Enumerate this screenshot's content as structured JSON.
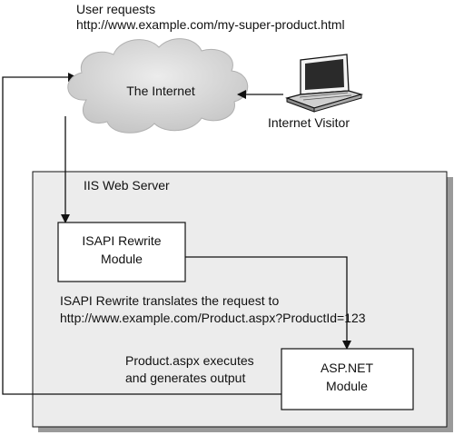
{
  "header": {
    "line1": "User requests",
    "line2": "http://www.example.com/my-super-product.html"
  },
  "cloud": {
    "label": "The Internet"
  },
  "visitor": {
    "label": "Internet Visitor"
  },
  "server": {
    "title": "IIS Web Server"
  },
  "isapi_module": {
    "line1": "ISAPI Rewrite",
    "line2": "Module"
  },
  "rewrite_note": {
    "line1": "ISAPI Rewrite translates the request to",
    "line2": "http://www.example.com/Product.aspx?ProductId=123"
  },
  "exec_note": {
    "line1": "Product.aspx executes",
    "line2": "and generates output"
  },
  "aspnet_module": {
    "line1": "ASP.NET",
    "line2": "Module"
  },
  "colors": {
    "server_fill": "#ececec",
    "server_shadow": "#9a9a9a",
    "cloud_fill": "#d6d6d6",
    "stroke": "#111111",
    "box_fill": "#ffffff"
  }
}
